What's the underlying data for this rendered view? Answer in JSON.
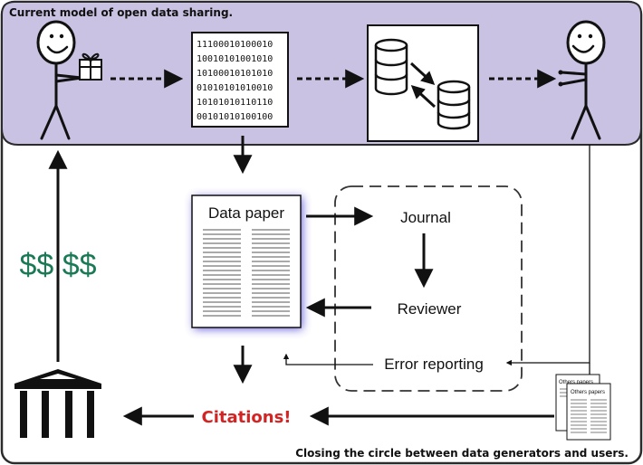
{
  "header": {
    "title": "Current model of open data sharing."
  },
  "footer": {
    "caption": "Closing the circle between data generators and users."
  },
  "binary_block": {
    "lines": [
      "11100010100010",
      "10010101001010",
      "10100010101010",
      "01010101010010",
      "10101010110110",
      "00101010100100"
    ]
  },
  "data_paper": {
    "title": "Data paper"
  },
  "review_box": {
    "journal": "Journal",
    "reviewer": "Reviewer",
    "error_reporting": "Error reporting"
  },
  "funding": {
    "label": "$$ $$"
  },
  "citations": {
    "label": "Citations!"
  },
  "others_papers": {
    "label_front": "Others papers",
    "label_back": "Others papers"
  },
  "colors": {
    "band": "#c9c2e2",
    "band_stroke": "#2b2b2b",
    "funding_green": "#1a7a55",
    "citations_red": "#d42323",
    "paper_glow": "#3a2fd0"
  }
}
